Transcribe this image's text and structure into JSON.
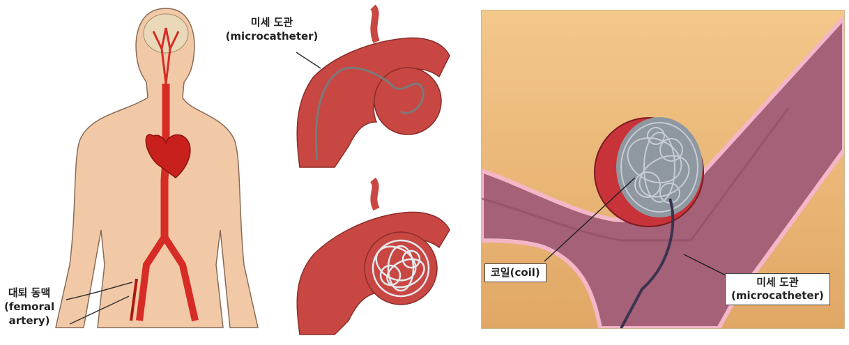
{
  "labels": {
    "microcatheter_top": {
      "ko": "미세 도관",
      "en": "(microcatheter)"
    },
    "femoral_artery": {
      "ko": "대퇴 동맥",
      "en1": "(femoral",
      "en2": "artery)"
    },
    "coil": "코일(coil)",
    "microcatheter_right": {
      "ko": "미세 도관",
      "en": "(microcatheter)"
    }
  },
  "colors": {
    "skin": "#f2c9a6",
    "artery": "#d72b26",
    "vessel_wall": "#c84743",
    "vessel_pink": "#b56a86",
    "background_tissue": "#e9b877",
    "coil": "#9aa4ad"
  }
}
